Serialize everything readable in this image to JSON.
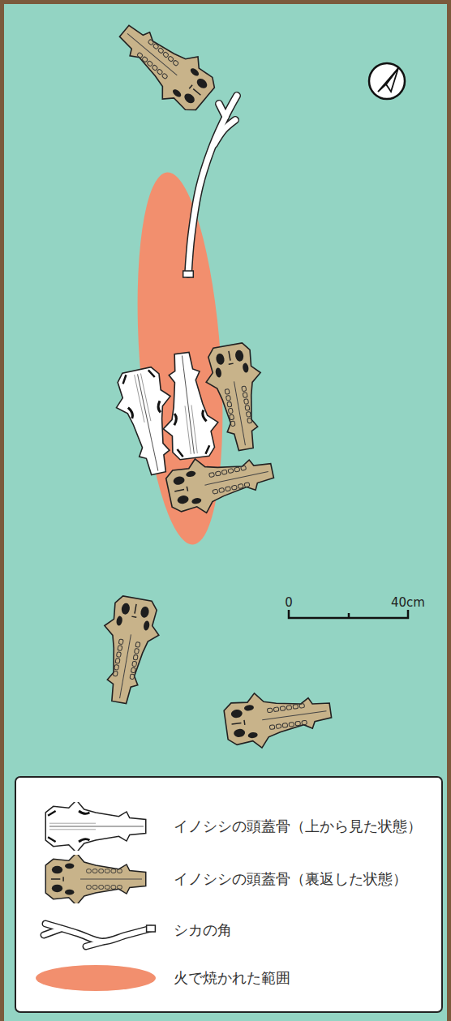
{
  "diagram": {
    "labels": [
      "0",
      "40cm"
    ],
    "legend": [
      {
        "text": "イノシシの頭蓋骨（上から見た状態）"
      },
      {
        "text": "イノシシの頭蓋骨（裏返した状態）"
      },
      {
        "text": "シカの角"
      },
      {
        "text": "火で焼かれた範囲",
        "color": "#f28f6e"
      }
    ]
  }
}
